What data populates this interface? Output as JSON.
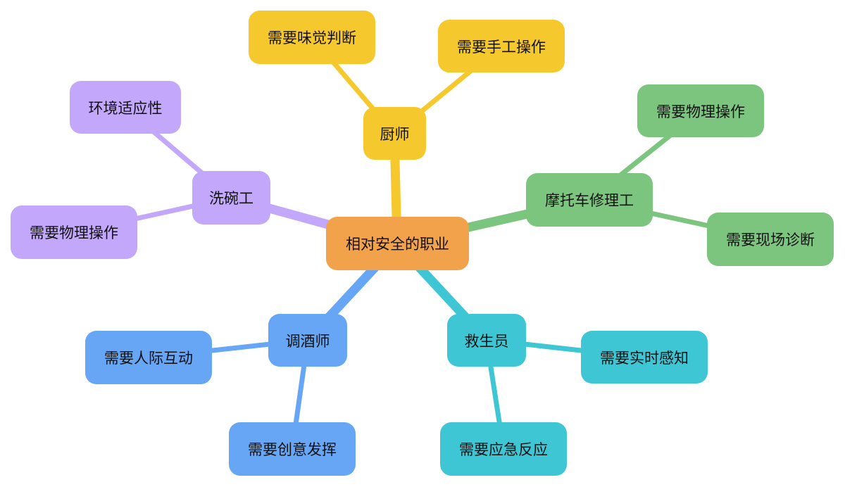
{
  "root": {
    "label": "相对安全的职业",
    "color": "#F2A24A"
  },
  "branches": [
    {
      "key": "chef",
      "label": "厨师",
      "color": "#F5C92E",
      "children": [
        "需要味觉判断",
        "需要手工操作"
      ]
    },
    {
      "key": "motorcycle-mechanic",
      "label": "摩托车修理工",
      "color": "#7CC57E",
      "children": [
        "需要物理操作",
        "需要现场诊断"
      ]
    },
    {
      "key": "lifeguard",
      "label": "救生员",
      "color": "#3EC6D4",
      "children": [
        "需要实时感知",
        "需要应急反应"
      ]
    },
    {
      "key": "bartender",
      "label": "调酒师",
      "color": "#66A6F5",
      "children": [
        "需要人际互动",
        "需要创意发挥"
      ]
    },
    {
      "key": "dishwasher",
      "label": "洗碗工",
      "color": "#C2A7FB",
      "children": [
        "环境适应性",
        "需要物理操作"
      ]
    }
  ]
}
